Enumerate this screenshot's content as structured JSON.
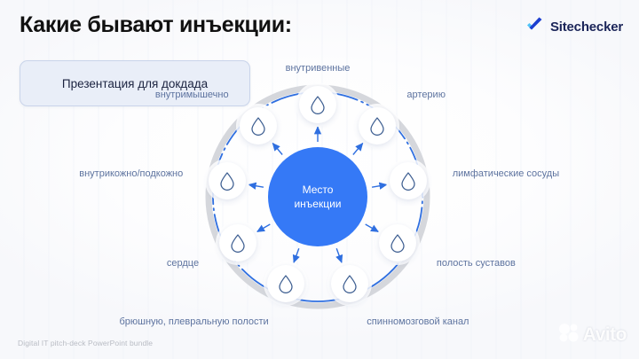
{
  "slide": {
    "title": "Какие бывают инъекции:",
    "subtitle_button": "Презентация для докдада",
    "footer": "Digital IT pitch-deck PowerPoint bundle"
  },
  "brand": {
    "name": "Sitechecker",
    "logo_icon": "check-icon",
    "accent_light": "#4fc3f7",
    "accent_dark": "#1d3fd0"
  },
  "watermark": {
    "name": "Avito",
    "logo_icon": "avito-dots-icon"
  },
  "diagram": {
    "center": {
      "line1": "Место",
      "line2": "инъекции",
      "color": "#3579f6"
    },
    "ring": {
      "track_color": "#d5d7dc",
      "arc_color": "#2f6fe0"
    },
    "node_icon": "droplet-icon",
    "label_color": "#5d739f",
    "nodes": [
      {
        "label": "внутривенные",
        "align": "c"
      },
      {
        "label": "артерию",
        "align": "r"
      },
      {
        "label": "лимфатические сосуды",
        "align": "r"
      },
      {
        "label": "полость суставов",
        "align": "r"
      },
      {
        "label": "спинномозговой канал",
        "align": "r"
      },
      {
        "label": "брюшную, плевральную полости",
        "align": "l"
      },
      {
        "label": "сердце",
        "align": "l"
      },
      {
        "label": "внутрикожно/подкожно",
        "align": "l"
      },
      {
        "label": "внутримышечно",
        "align": "l"
      }
    ]
  }
}
